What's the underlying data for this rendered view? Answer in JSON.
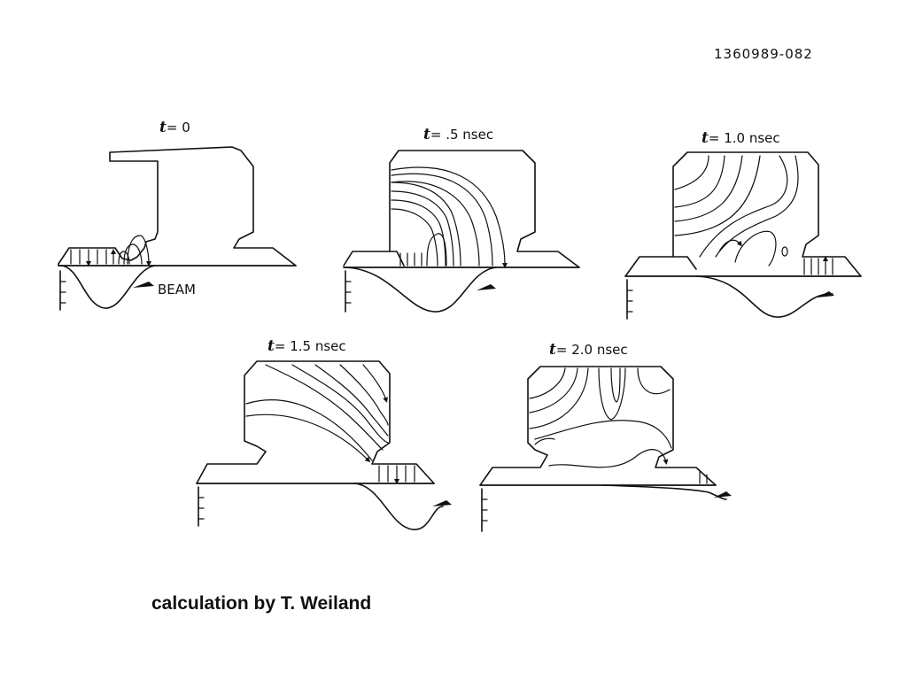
{
  "figure_id": "1360989-082",
  "panels": [
    {
      "t_symbol": "t",
      "label": "= 0"
    },
    {
      "t_symbol": "t",
      "label": "= .5 nsec"
    },
    {
      "t_symbol": "t",
      "label": "= 1.0 nsec"
    },
    {
      "t_symbol": "t",
      "label": "= 1.5 nsec"
    },
    {
      "t_symbol": "t",
      "label": "= 2.0 nsec"
    }
  ],
  "beam_label": "BEAM",
  "credit": "calculation by T. Weiland"
}
